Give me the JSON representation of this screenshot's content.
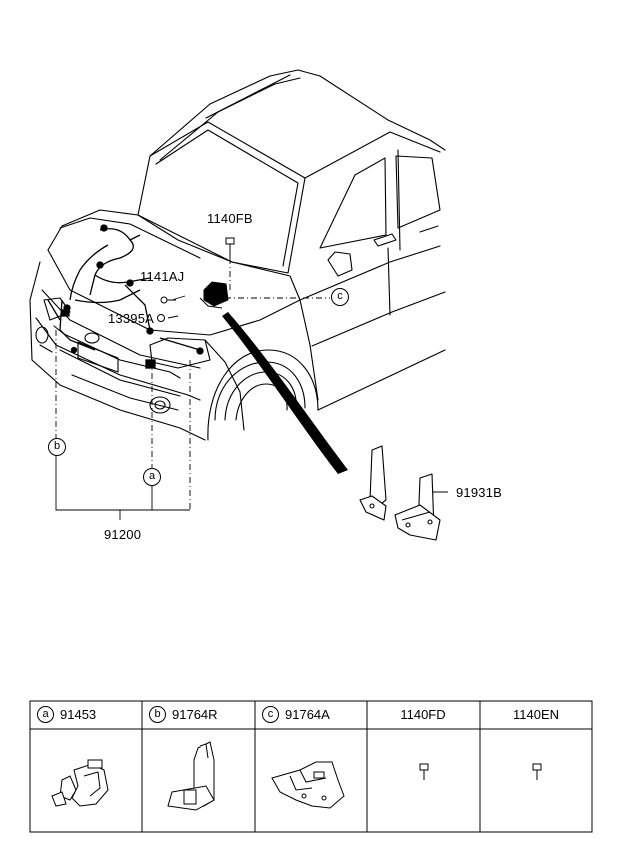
{
  "callouts": {
    "bolt_top": "1140FB",
    "bolt_mid": "1141AJ",
    "grommet": "13395A",
    "bracket": "91931B",
    "harness": "91200",
    "ref_a": "a",
    "ref_b": "b",
    "ref_c": "c"
  },
  "table": {
    "columns": [
      {
        "ref": "a",
        "part": "91453"
      },
      {
        "ref": "b",
        "part": "91764R"
      },
      {
        "ref": "c",
        "part": "91764A"
      },
      {
        "ref": "",
        "part": "1140FD"
      },
      {
        "ref": "",
        "part": "1140EN"
      }
    ]
  }
}
